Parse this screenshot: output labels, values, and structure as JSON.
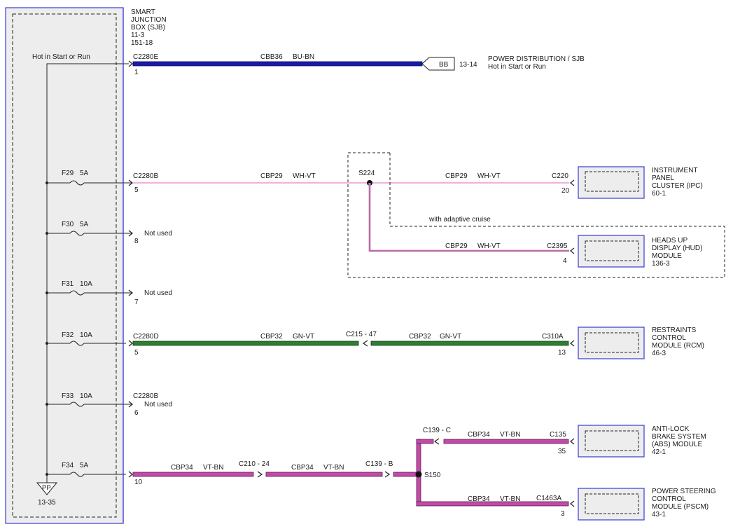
{
  "sjb": {
    "title_lines": [
      "SMART",
      "JUNCTION",
      "BOX (SJB)",
      "11-3",
      "151-18"
    ],
    "hot_label": "Hot in Start or Run",
    "ground_symbol": "PP",
    "ground_ref": "13-35"
  },
  "top_circuit": {
    "connector": "C2280E",
    "pin": "1",
    "wire": "CBB36",
    "color": "BU-BN",
    "flag": "BB",
    "ref": "13-14",
    "dest_lines": [
      "POWER DISTRIBUTION / SJB",
      "Hot in Start or Run"
    ]
  },
  "fuses": [
    {
      "label": "F29",
      "rating": "5A"
    },
    {
      "label": "F30",
      "rating": "5A"
    },
    {
      "label": "F31",
      "rating": "10A"
    },
    {
      "label": "F32",
      "rating": "10A"
    },
    {
      "label": "F33",
      "rating": "10A"
    },
    {
      "label": "F34",
      "rating": "5A"
    }
  ],
  "pins": {
    "f29_conn": "C2280B",
    "f29_pin": "5",
    "f30_pin": "8",
    "f30_note": "Not used",
    "f31_pin": "7",
    "f31_note": "Not used",
    "f32_conn": "C2280D",
    "f32_pin": "5",
    "f33_conn": "C2280B",
    "f33_pin": "6",
    "f33_note": "Not used",
    "f34_pin": "10"
  },
  "ipc_circuit": {
    "wire1": "CBP29",
    "color1": "WH-VT",
    "splice": "S224",
    "wire2": "CBP29",
    "color2": "WH-VT",
    "conn": "C220",
    "pin": "20",
    "module_lines": [
      "INSTRUMENT",
      "PANEL",
      "CLUSTER (IPC)",
      "60-1"
    ],
    "option_note": "with adaptive cruise",
    "hud_wire": "CBP29",
    "hud_color": "WH-VT",
    "hud_conn": "C2395",
    "hud_pin": "4",
    "hud_lines": [
      "HEADS UP",
      "DISPLAY (HUD)",
      "MODULE",
      "136-3"
    ]
  },
  "rcm_circuit": {
    "wire1": "CBP32",
    "color1": "GN-VT",
    "inline": "C215 - 47",
    "wire2": "CBP32",
    "color2": "GN-VT",
    "conn": "C310A",
    "pin": "13",
    "module_lines": [
      "RESTRAINTS",
      "CONTROL",
      "MODULE (RCM)",
      "46-3"
    ]
  },
  "abs_circuit": {
    "wire1": "CBP34",
    "color1": "VT-BN",
    "inline1": "C210 - 24",
    "wire2": "CBP34",
    "color2": "VT-BN",
    "inline2": "C139 - B",
    "splice": "S150",
    "inline3": "C139 - C",
    "abs_wire": "CBP34",
    "abs_color": "VT-BN",
    "abs_conn": "C135",
    "abs_pin": "35",
    "abs_lines": [
      "ANTI-LOCK",
      "BRAKE SYSTEM",
      "(ABS) MODULE",
      "42-1"
    ],
    "pscm_wire": "CBP34",
    "pscm_color": "VT-BN",
    "pscm_conn": "C1463A",
    "pscm_pin": "3",
    "pscm_lines": [
      "POWER STEERING",
      "CONTROL",
      "MODULE (PSCM)",
      "43-1"
    ]
  },
  "colors": {
    "blue_wire": "#1a1aa8",
    "pink_wire": "#e899d4",
    "green_wire": "#2e7d32",
    "violet_wire": "#c24aa8",
    "frame_blue": "#3a3ad8"
  }
}
